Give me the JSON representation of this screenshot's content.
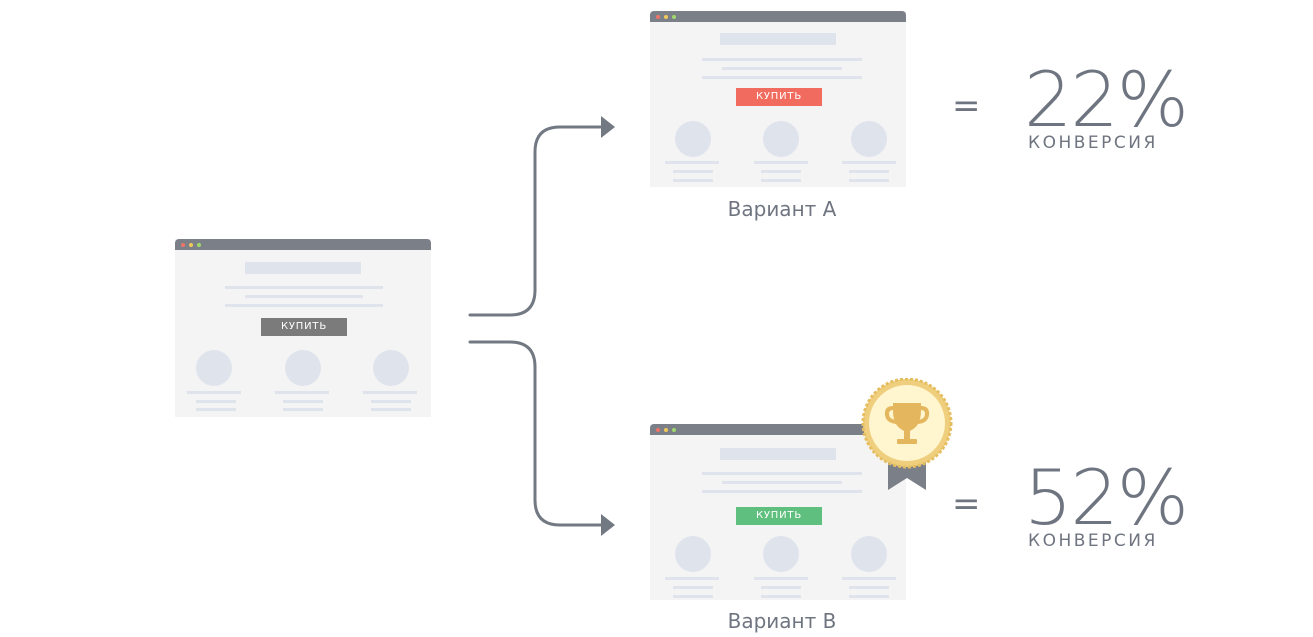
{
  "original": {
    "button_label": "КУПИТЬ",
    "button_color": "#7b7b7b"
  },
  "variant_a": {
    "label": "Вариант А",
    "button_label": "КУПИТЬ",
    "button_color": "#f26b5f",
    "percent": "22%",
    "metric": "КОНВЕРСИЯ",
    "equals": "="
  },
  "variant_b": {
    "label": "Вариант В",
    "button_label": "КУПИТЬ",
    "button_color": "#5fbf7e",
    "percent": "52%",
    "metric": "КОНВЕРСИЯ",
    "equals": "=",
    "badge_icon": "trophy-icon"
  },
  "colors": {
    "arrow": "#737982",
    "window_bar": "#7b8088",
    "text": "#6f7580",
    "badge_gold": "#e8c36a",
    "badge_ribbon": "#7b8088"
  }
}
